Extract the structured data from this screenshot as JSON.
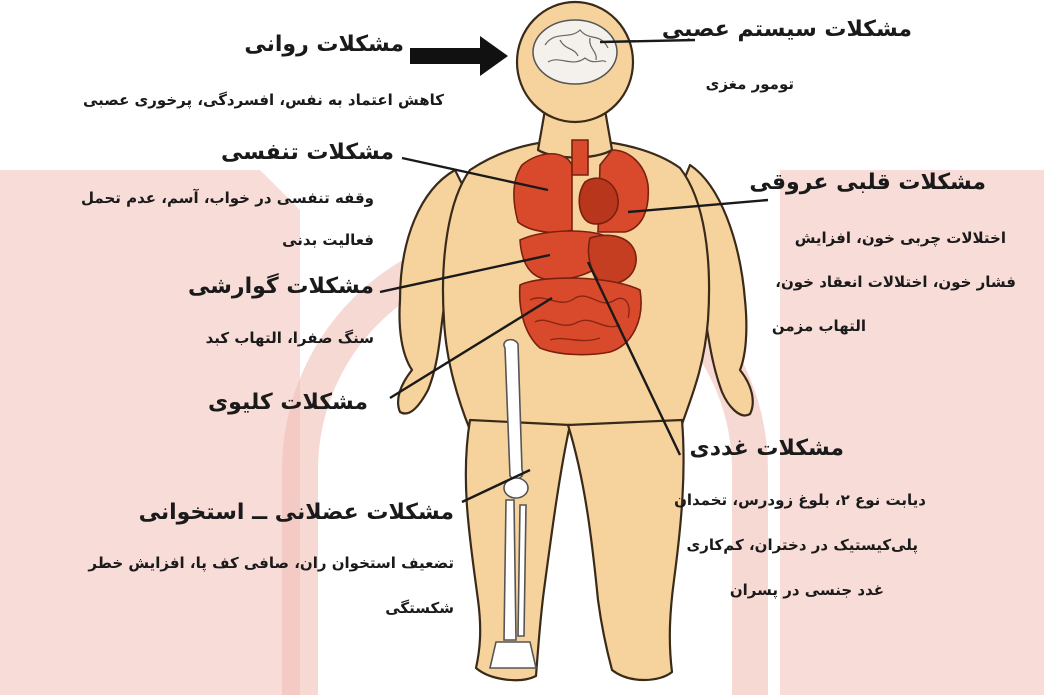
{
  "labels": {
    "psychological": {
      "title": "مشکلات روانی",
      "desc": [
        "کاهش اعتماد به نفس، افسردگی، پرخوری عصبی"
      ]
    },
    "nervous": {
      "title": "مشکلات سیستم عصبی",
      "desc": [
        "تومور مغزی"
      ]
    },
    "respiratory": {
      "title": "مشکلات تنفسی",
      "desc": [
        "وقفه تنفسی در خواب، آسم، عدم تحمل",
        "فعالیت بدنی"
      ]
    },
    "cardiovascular": {
      "title": "مشکلات قلبی عروقی",
      "desc": [
        "اختلالات چربی خون، افزایش",
        "فشار خون، اختلالات انعقاد خون،",
        "التهاب مزمن"
      ]
    },
    "digestive": {
      "title": "مشکلات گوارشی",
      "desc": [
        "سنگ صفرا، التهاب کبد"
      ]
    },
    "kidney": {
      "title": "مشکلات کلیوی",
      "desc": []
    },
    "glandular": {
      "title": "مشکلات غددی",
      "desc": [
        "دیابت نوع ۲، بلوغ زودرس، تخمدان",
        "پلی‌کیستیک در دختران، کم‌کاری",
        "غدد جنسی در پسران"
      ]
    },
    "musculoskeletal": {
      "title": "مشکلات عضلانی ــ استخوانی",
      "desc": [
        "تضعیف استخوان ران، صافی کف پا، افزایش خطر",
        "شکستگی"
      ]
    }
  },
  "colors": {
    "skin": "#f6d39d",
    "skin_outline": "#3a2a1a",
    "organ": "#d94a2c",
    "organ_dark": "#a8301c",
    "watermark": "#f2c0b8",
    "brain": "#f4f0ec",
    "bone": "#ffffff",
    "arrow": "#111111"
  }
}
